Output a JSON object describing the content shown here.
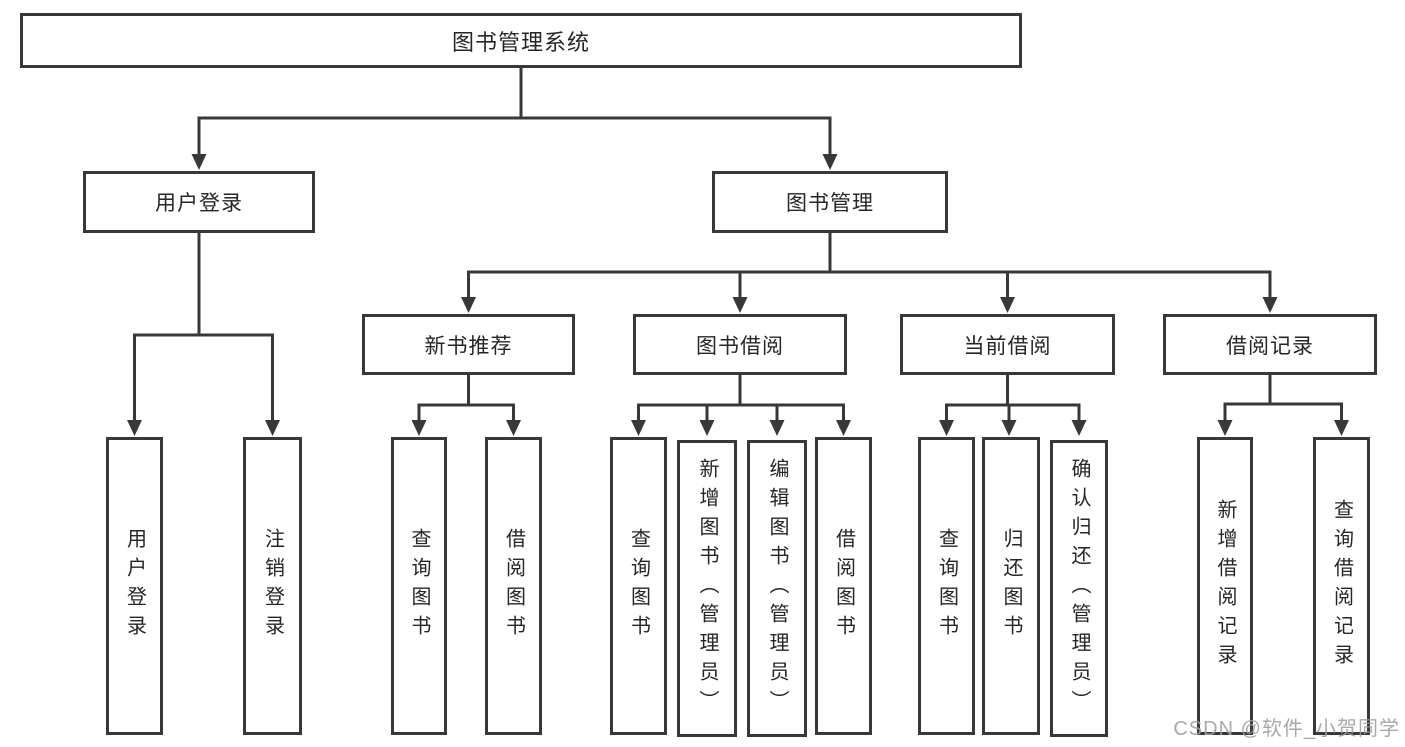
{
  "diagram_type": "hierarchy-tree",
  "colors": {
    "line": "#383838",
    "box_border": "#383838",
    "text": "#262626",
    "watermark": "#a8a8a8",
    "background": "#ffffff"
  },
  "tree": {
    "label": "图书管理系统",
    "children": [
      {
        "label": "用户登录",
        "children": [
          {
            "label": "用户登录"
          },
          {
            "label": "注销登录"
          }
        ]
      },
      {
        "label": "图书管理",
        "children": [
          {
            "label": "新书推荐",
            "children": [
              {
                "label": "查询图书"
              },
              {
                "label": "借阅图书"
              }
            ]
          },
          {
            "label": "图书借阅",
            "children": [
              {
                "label": "查询图书"
              },
              {
                "label": "新增图书（管理员）"
              },
              {
                "label": "编辑图书（管理员）"
              },
              {
                "label": "借阅图书"
              }
            ]
          },
          {
            "label": "当前借阅",
            "children": [
              {
                "label": "查询图书"
              },
              {
                "label": "归还图书"
              },
              {
                "label": "确认归还（管理员）"
              }
            ]
          },
          {
            "label": "借阅记录",
            "children": [
              {
                "label": "新增借阅记录"
              },
              {
                "label": "查询借阅记录"
              }
            ]
          }
        ]
      }
    ]
  },
  "watermark": "CSDN @软件_小贺同学"
}
